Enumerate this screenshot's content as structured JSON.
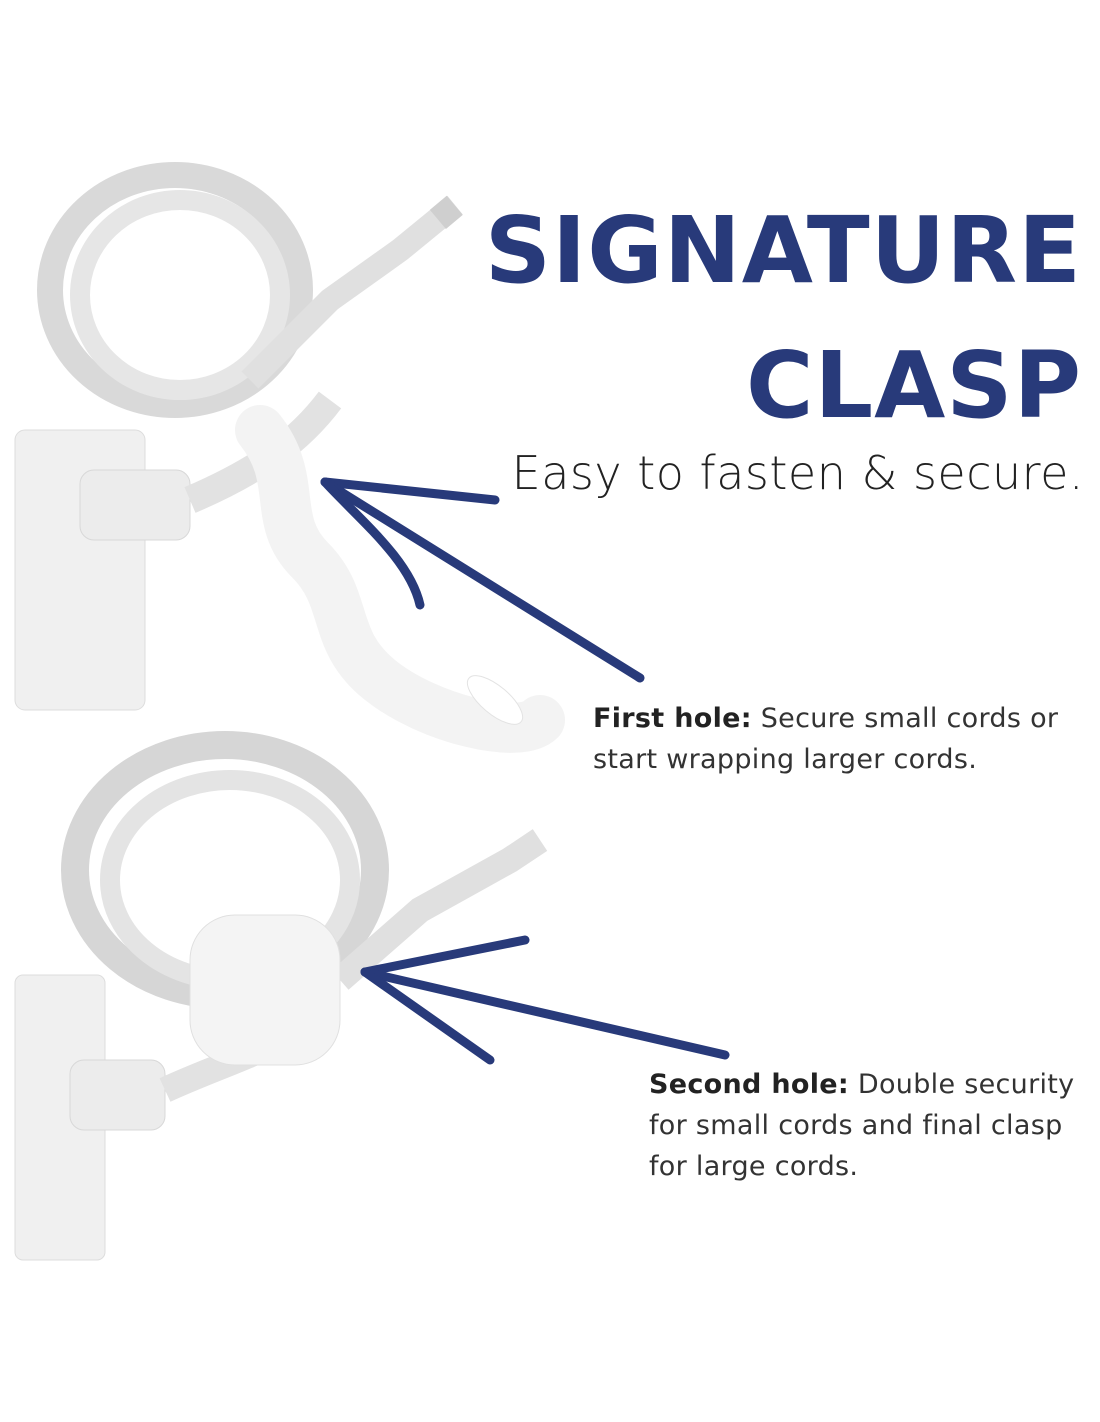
{
  "heading": {
    "line1": "SIGNATURE",
    "line2": "CLASP",
    "subtitle": "Easy to fasten & secure."
  },
  "callouts": [
    {
      "label": "First hole:",
      "text": "Secure small cords or start wrapping larger cords."
    },
    {
      "label": "Second hole:",
      "text": "Double security for small cords and final clasp for large cords."
    }
  ],
  "colors": {
    "accent": "#283a7a",
    "text": "#333333",
    "cable": "#e4e4e4"
  }
}
